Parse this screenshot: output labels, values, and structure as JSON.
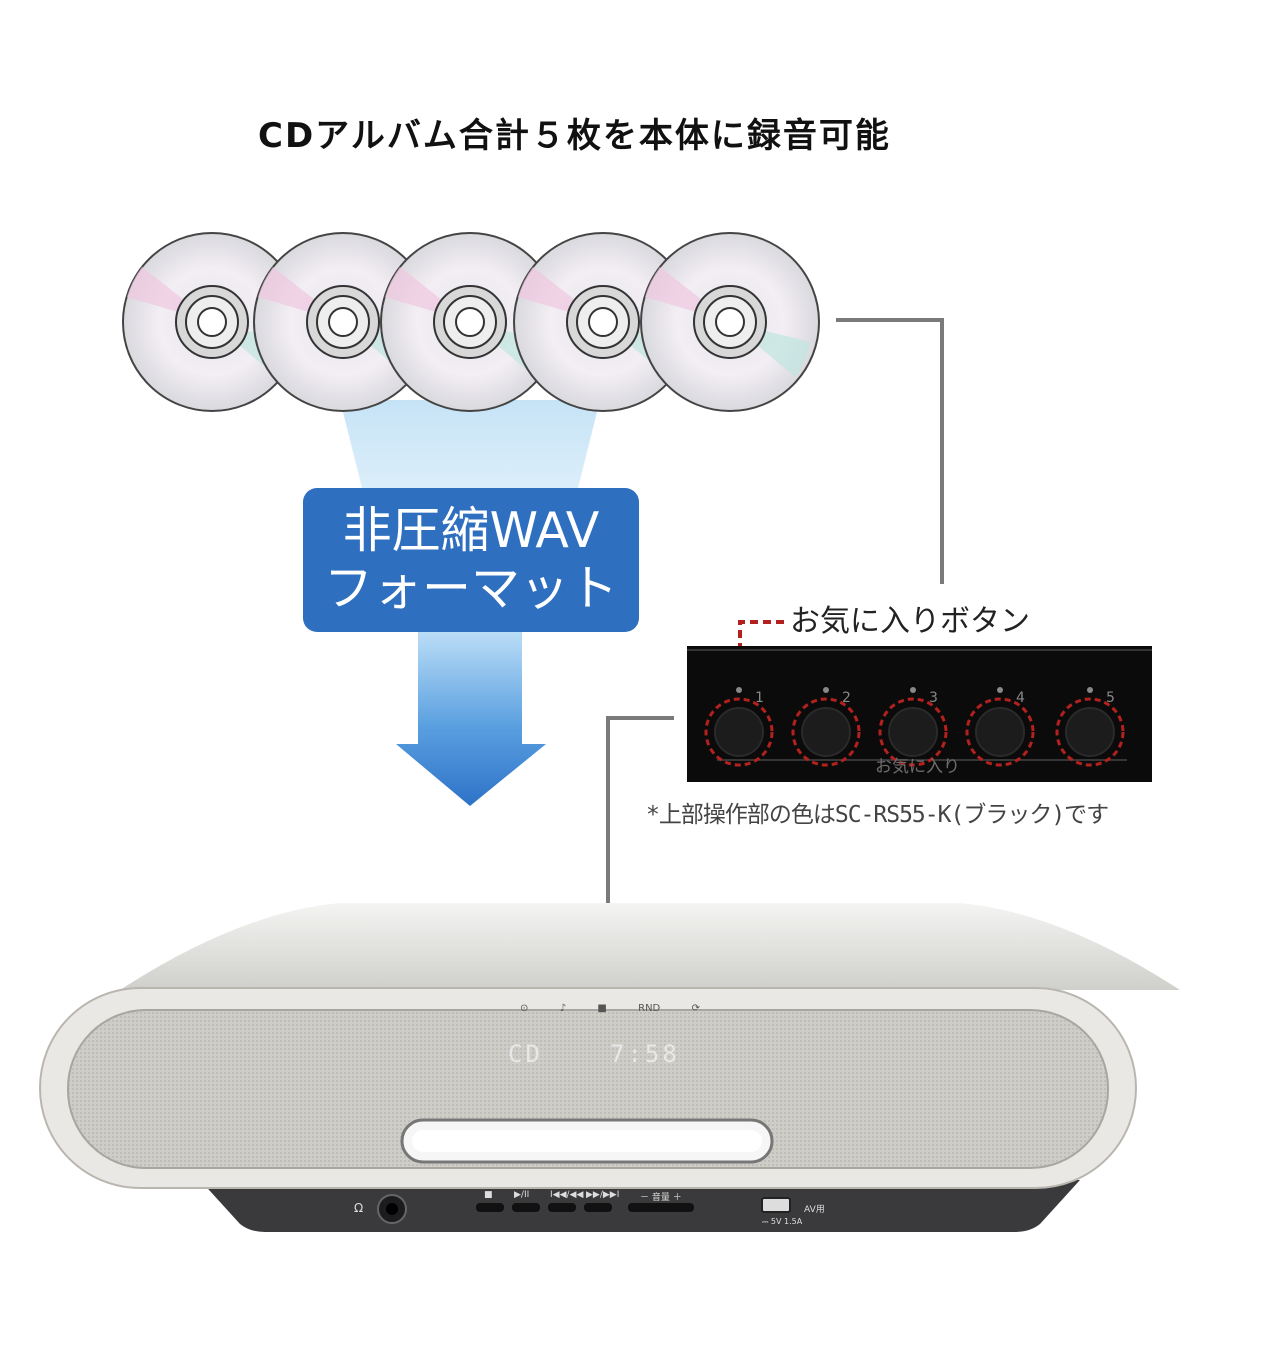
{
  "title": "CDアルバム合計５枚を本体に録音可能",
  "format_box": {
    "line1": "非圧縮WAV",
    "line2": "フォーマット"
  },
  "favorite": {
    "label": "お気に入りボタン",
    "panel_label": "お気に入り",
    "buttons": [
      "1",
      "2",
      "3",
      "4",
      "5"
    ]
  },
  "note": "*上部操作部の色はSC-RS55-K(ブラック)です",
  "device": {
    "display_left": "CD",
    "display_right": "7:58",
    "top_icons": [
      "⊙",
      "♪",
      "■",
      "RND",
      "⟳"
    ],
    "controls": [
      "■",
      "▶/II",
      "I◀◀/◀◀",
      "▶▶/▶▶I",
      "－ 音量 ＋"
    ],
    "usb_label": "AV用",
    "usb_rating": "⎓ 5V 1.5A",
    "headphone_icon": "Ω"
  },
  "colors": {
    "box_blue": "#2f6fbf",
    "callout_red": "#b3211e",
    "connector_gray": "#7a7a7a"
  }
}
